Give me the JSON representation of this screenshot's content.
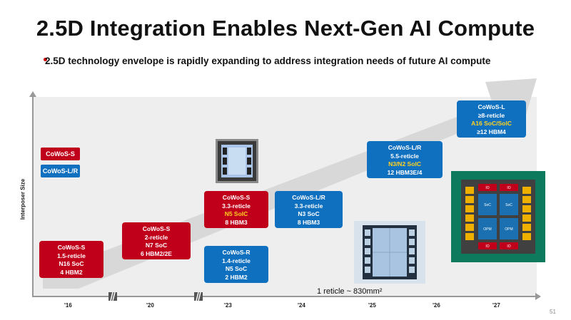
{
  "title": "2.5D Integration Enables Next-Gen AI Compute",
  "subtitle": "2.5D technology envelope is rapidly expanding to address integration needs of future AI compute",
  "y_axis_label": "Interposer Size",
  "x_ticks": [
    "'16",
    "'20",
    "'23",
    "'24",
    "'25",
    "'26",
    "'27"
  ],
  "legend_tags": [
    {
      "label": "CoWoS-S",
      "color": "#c0001a"
    },
    {
      "label": "CoWoS-L/R",
      "color": "#1070c0"
    }
  ],
  "boxes": [
    {
      "id": "b16",
      "color": "red",
      "lines": [
        "CoWoS-S",
        "1.5-reticle",
        "N16 SoC",
        "4 HBM2"
      ],
      "hl": -1
    },
    {
      "id": "b20",
      "color": "red",
      "lines": [
        "CoWoS-S",
        "2-reticle",
        "N7 SoC",
        "6 HBM2/2E"
      ],
      "hl": -1
    },
    {
      "id": "b23r",
      "color": "red",
      "lines": [
        "CoWoS-S",
        "3.3-reticle",
        "N5 SoIC",
        "8 HBM3"
      ],
      "hl": 2
    },
    {
      "id": "b23b",
      "color": "blue",
      "lines": [
        "CoWoS-R",
        "1.4-reticle",
        "N5 SoC",
        "2 HBM2"
      ],
      "hl": -1
    },
    {
      "id": "b24",
      "color": "blue",
      "lines": [
        "CoWoS-L/R",
        "3.3-reticle",
        "N3 SoC",
        "8 HBM3"
      ],
      "hl": -1
    },
    {
      "id": "b25",
      "color": "blue",
      "lines": [
        "CoWoS-L/R",
        "5.5-reticle",
        "N3/N2 SoIC",
        "12 HBM3E/4"
      ],
      "hl": 2
    },
    {
      "id": "b27",
      "color": "blue",
      "lines": [
        "CoWoS-L",
        "≥8-reticle",
        "A16 SoC/SoIC",
        "≥12 HBM4"
      ],
      "hl": 2
    }
  ],
  "reticle_note": "1 reticle ~ 830mm²",
  "package_labels": {
    "io": "IO",
    "soc": "SoC",
    "opm": "OPM"
  },
  "page_number": "51",
  "colors": {
    "red": "#c0001a",
    "blue": "#1070c0",
    "highlight": "#ffd21f",
    "arrow": "#d6d6d6"
  }
}
